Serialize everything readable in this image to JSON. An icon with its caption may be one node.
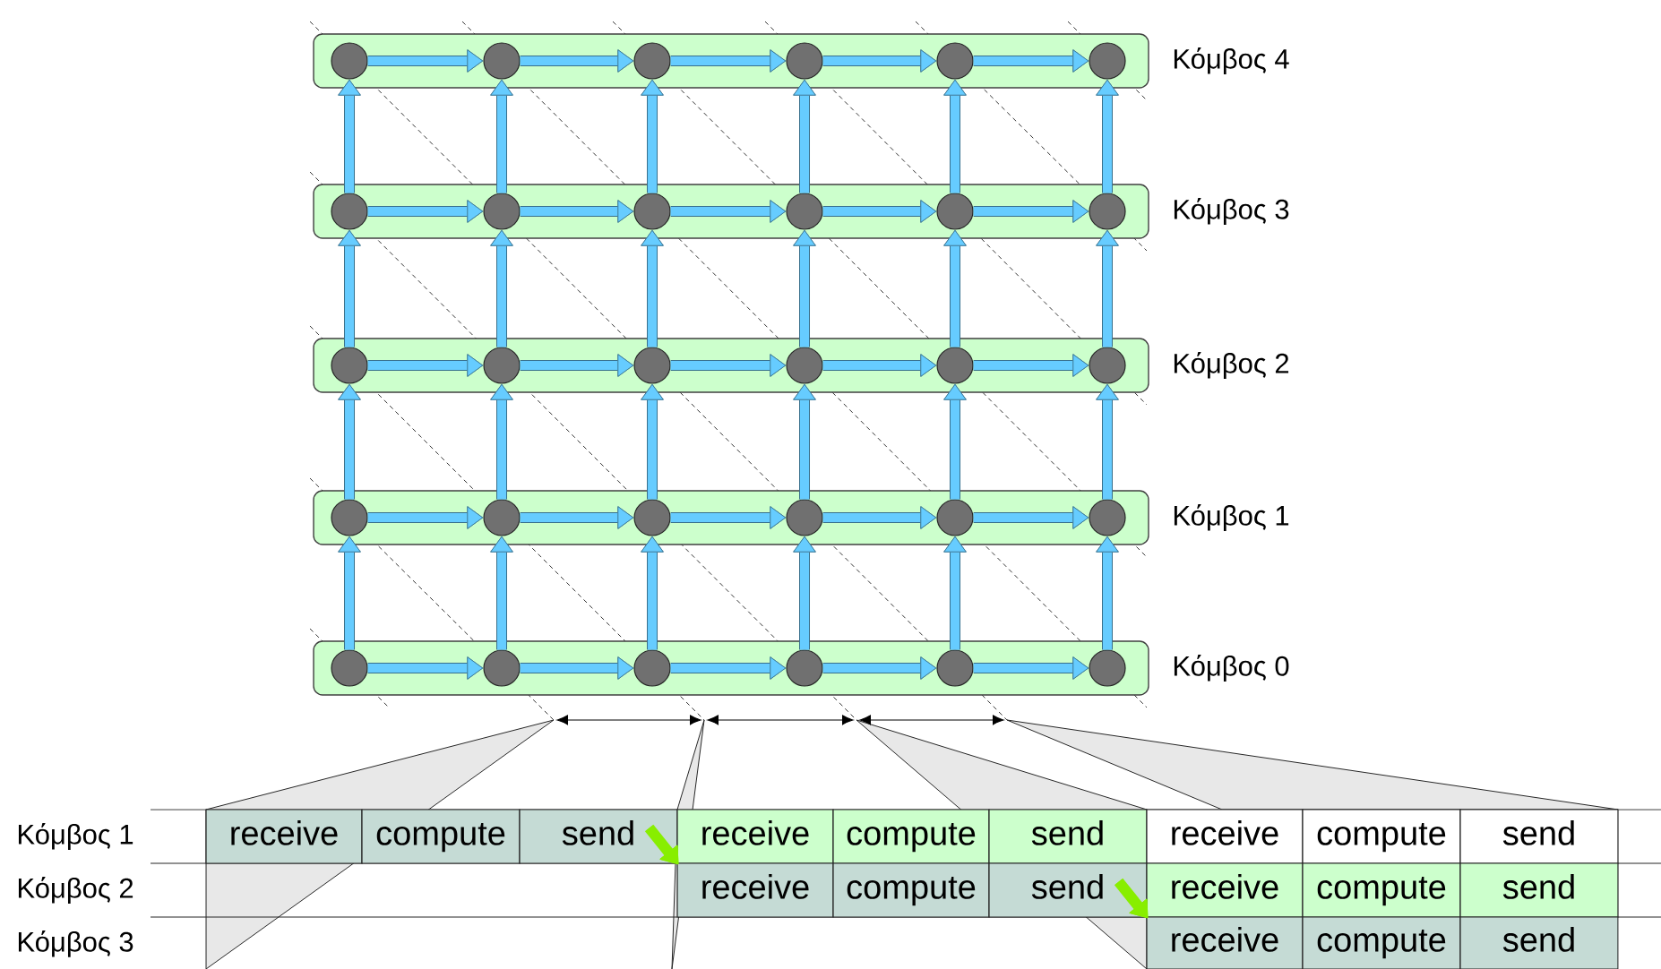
{
  "diagram": {
    "nodes": [
      {
        "text": [
          "Κόμβος 4"
        ]
      },
      {
        "text": [],
        "shape": "circle",
        "in": 0
      },
      {
        "text": [],
        "shape": "circle",
        "in": 0
      },
      {
        "text": [],
        "shape": "circle",
        "in": 0
      },
      {
        "text": [],
        "shape": "circle",
        "in": 0
      },
      {
        "text": [],
        "shape": "circle",
        "in": 0
      },
      {
        "text": [],
        "shape": "circle",
        "in": 0
      },
      {
        "text": [
          "Κόμβος 3"
        ]
      },
      {
        "text": [],
        "shape": "circle",
        "in": 7
      },
      {
        "text": [],
        "shape": "circle",
        "in": 7
      },
      {
        "text": [],
        "shape": "circle",
        "in": 7
      },
      {
        "text": [],
        "shape": "circle",
        "in": 7
      },
      {
        "text": [],
        "shape": "circle",
        "in": 7
      },
      {
        "text": [],
        "shape": "circle",
        "in": 7
      },
      {
        "text": [
          "Κόμβος 2"
        ]
      },
      {
        "text": [],
        "shape": "circle",
        "in": 14
      },
      {
        "text": [],
        "shape": "circle",
        "in": 14
      },
      {
        "text": [],
        "shape": "circle",
        "in": 14
      },
      {
        "text": [],
        "shape": "circle",
        "in": 14
      },
      {
        "text": [],
        "shape": "circle",
        "in": 14
      },
      {
        "text": [],
        "shape": "circle",
        "in": 14
      },
      {
        "text": [
          "Κόμβος 1"
        ]
      },
      {
        "text": [],
        "shape": "circle",
        "in": 21
      },
      {
        "text": [],
        "shape": "circle",
        "in": 21
      },
      {
        "text": [],
        "shape": "circle",
        "in": 21
      },
      {
        "text": [],
        "shape": "circle",
        "in": 21
      },
      {
        "text": [],
        "shape": "circle",
        "in": 21
      },
      {
        "text": [],
        "shape": "circle",
        "in": 21
      },
      {
        "text": [
          "Κόμβος 0"
        ]
      },
      {
        "text": [],
        "shape": "circle",
        "in": 28
      },
      {
        "text": [],
        "shape": "circle",
        "in": 28
      },
      {
        "text": [],
        "shape": "circle",
        "in": 28
      },
      {
        "text": [],
        "shape": "circle",
        "in": 28
      },
      {
        "text": [],
        "shape": "circle",
        "in": 28
      },
      {
        "text": [],
        "shape": "circle",
        "in": 28
      },
      {
        "text": [
          "receive"
        ]
      },
      {
        "text": [
          "compute"
        ]
      },
      {
        "text": [
          "send"
        ]
      },
      {
        "text": [
          "receive"
        ]
      },
      {
        "text": [
          "compute"
        ]
      },
      {
        "text": [
          "send"
        ]
      },
      {
        "text": [
          "receive"
        ]
      },
      {
        "text": [
          "compute"
        ]
      },
      {
        "text": [
          "send"
        ]
      },
      {
        "text": [
          "receive"
        ]
      },
      {
        "text": [
          "compute"
        ]
      },
      {
        "text": [
          "send"
        ]
      },
      {
        "text": [
          "receive"
        ]
      },
      {
        "text": [
          "compute"
        ]
      },
      {
        "text": [
          "send"
        ]
      },
      {
        "text": [
          "receive"
        ]
      },
      {
        "text": [
          "compute"
        ]
      },
      {
        "text": [
          "send"
        ]
      }
    ],
    "edges": [
      {
        "from": 1,
        "to": 2,
        "arrow": "to"
      },
      {
        "from": 2,
        "to": 3,
        "arrow": "to"
      },
      {
        "from": 3,
        "to": 4,
        "arrow": "to"
      },
      {
        "from": 4,
        "to": 5,
        "arrow": "to"
      },
      {
        "from": 5,
        "to": 6,
        "arrow": "to"
      },
      {
        "from": 8,
        "to": 9,
        "arrow": "to"
      },
      {
        "from": 9,
        "to": 10,
        "arrow": "to"
      },
      {
        "from": 10,
        "to": 11,
        "arrow": "to"
      },
      {
        "from": 11,
        "to": 12,
        "arrow": "to"
      },
      {
        "from": 12,
        "to": 13,
        "arrow": "to"
      },
      {
        "from": 15,
        "to": 16,
        "arrow": "to"
      },
      {
        "from": 16,
        "to": 17,
        "arrow": "to"
      },
      {
        "from": 17,
        "to": 18,
        "arrow": "to"
      },
      {
        "from": 18,
        "to": 19,
        "arrow": "to"
      },
      {
        "from": 19,
        "to": 20,
        "arrow": "to"
      },
      {
        "from": 22,
        "to": 23,
        "arrow": "to"
      },
      {
        "from": 23,
        "to": 24,
        "arrow": "to"
      },
      {
        "from": 24,
        "to": 25,
        "arrow": "to"
      },
      {
        "from": 25,
        "to": 26,
        "arrow": "to"
      },
      {
        "from": 26,
        "to": 27,
        "arrow": "to"
      },
      {
        "from": 29,
        "to": 30,
        "arrow": "to"
      },
      {
        "from": 30,
        "to": 31,
        "arrow": "to"
      },
      {
        "from": 31,
        "to": 32,
        "arrow": "to"
      },
      {
        "from": 32,
        "to": 33,
        "arrow": "to"
      },
      {
        "from": 33,
        "to": 34,
        "arrow": "to"
      },
      {
        "from": 8,
        "to": 1,
        "arrow": "to"
      },
      {
        "from": 9,
        "to": 2,
        "arrow": "to"
      },
      {
        "from": 10,
        "to": 3,
        "arrow": "to"
      },
      {
        "from": 11,
        "to": 4,
        "arrow": "to"
      },
      {
        "from": 12,
        "to": 5,
        "arrow": "to"
      },
      {
        "from": 13,
        "to": 6,
        "arrow": "to"
      },
      {
        "from": 15,
        "to": 8,
        "arrow": "to"
      },
      {
        "from": 16,
        "to": 9,
        "arrow": "to"
      },
      {
        "from": 17,
        "to": 10,
        "arrow": "to"
      },
      {
        "from": 18,
        "to": 11,
        "arrow": "to"
      },
      {
        "from": 19,
        "to": 12,
        "arrow": "to"
      },
      {
        "from": 20,
        "to": 13,
        "arrow": "to"
      },
      {
        "from": 22,
        "to": 15,
        "arrow": "to"
      },
      {
        "from": 23,
        "to": 16,
        "arrow": "to"
      },
      {
        "from": 24,
        "to": 17,
        "arrow": "to"
      },
      {
        "from": 25,
        "to": 18,
        "arrow": "to"
      },
      {
        "from": 26,
        "to": 19,
        "arrow": "to"
      },
      {
        "from": 27,
        "to": 20,
        "arrow": "to"
      },
      {
        "from": 29,
        "to": 22,
        "arrow": "to"
      },
      {
        "from": 30,
        "to": 23,
        "arrow": "to"
      },
      {
        "from": 31,
        "to": 24,
        "arrow": "to"
      },
      {
        "from": 32,
        "to": 25,
        "arrow": "to"
      },
      {
        "from": 33,
        "to": 26,
        "arrow": "to"
      },
      {
        "from": 34,
        "to": 27,
        "arrow": "to"
      },
      {
        "from": 37,
        "to": 44,
        "arrow": "to",
        "color": "#88ee00"
      },
      {
        "from": 46,
        "to": 50,
        "arrow": "to",
        "color": "#88ee00"
      }
    ],
    "labels": [
      "Κόμβος 1",
      "Κόμβος 2",
      "Κόμβος 3"
    ]
  }
}
